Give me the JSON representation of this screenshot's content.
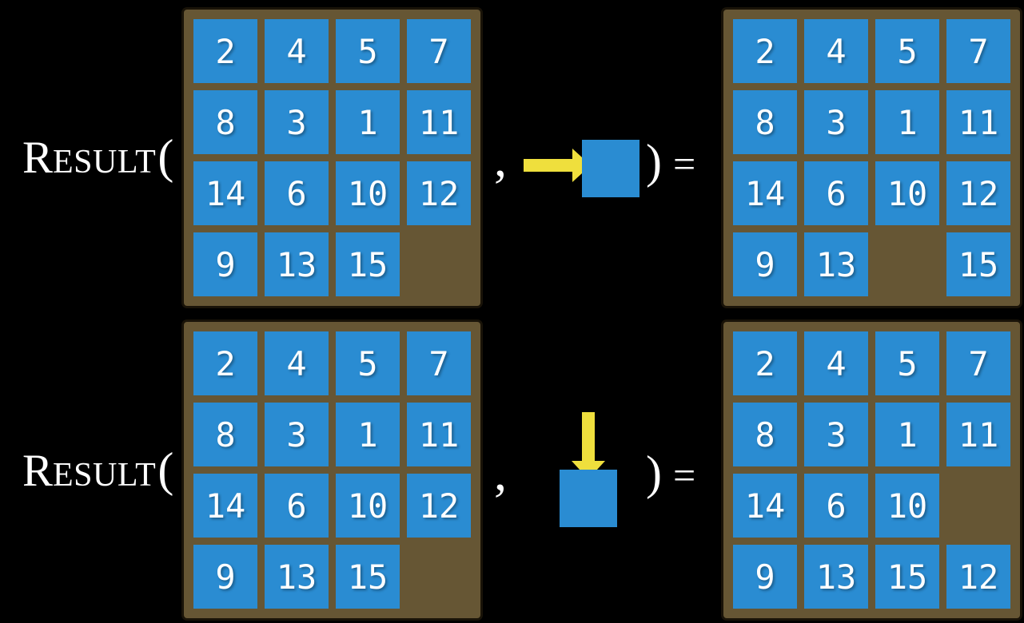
{
  "figure": {
    "description": "RESULT function applied to 15-puzzle states",
    "function_name": "RESULT(",
    "function_name_cap": "R",
    "function_name_rest": "ESULT",
    "open_paren": "(",
    "comma": ",",
    "close_paren": ")",
    "equals": "="
  },
  "colors": {
    "background": "#000000",
    "board": "#665634",
    "board_edge": "#191308",
    "tile": "#2a8cd2",
    "tile_text": "#ffffff",
    "arrow": "#efdf3d",
    "label_text": "#ffffff"
  },
  "rows": [
    {
      "name": "move-right-example",
      "action_icon": "arrow-right-icon",
      "input_grid": [
        [
          "2",
          "4",
          "5",
          "7"
        ],
        [
          "8",
          "3",
          "1",
          "11"
        ],
        [
          "14",
          "6",
          "10",
          "12"
        ],
        [
          "9",
          "13",
          "15",
          ""
        ]
      ],
      "output_grid": [
        [
          "2",
          "4",
          "5",
          "7"
        ],
        [
          "8",
          "3",
          "1",
          "11"
        ],
        [
          "14",
          "6",
          "10",
          "12"
        ],
        [
          "9",
          "13",
          "",
          "15"
        ]
      ]
    },
    {
      "name": "move-down-example",
      "action_icon": "arrow-down-icon",
      "input_grid": [
        [
          "2",
          "4",
          "5",
          "7"
        ],
        [
          "8",
          "3",
          "1",
          "11"
        ],
        [
          "14",
          "6",
          "10",
          "12"
        ],
        [
          "9",
          "13",
          "15",
          ""
        ]
      ],
      "output_grid": [
        [
          "2",
          "4",
          "5",
          "7"
        ],
        [
          "8",
          "3",
          "1",
          "11"
        ],
        [
          "14",
          "6",
          "10",
          ""
        ],
        [
          "9",
          "13",
          "15",
          "12"
        ]
      ]
    }
  ]
}
